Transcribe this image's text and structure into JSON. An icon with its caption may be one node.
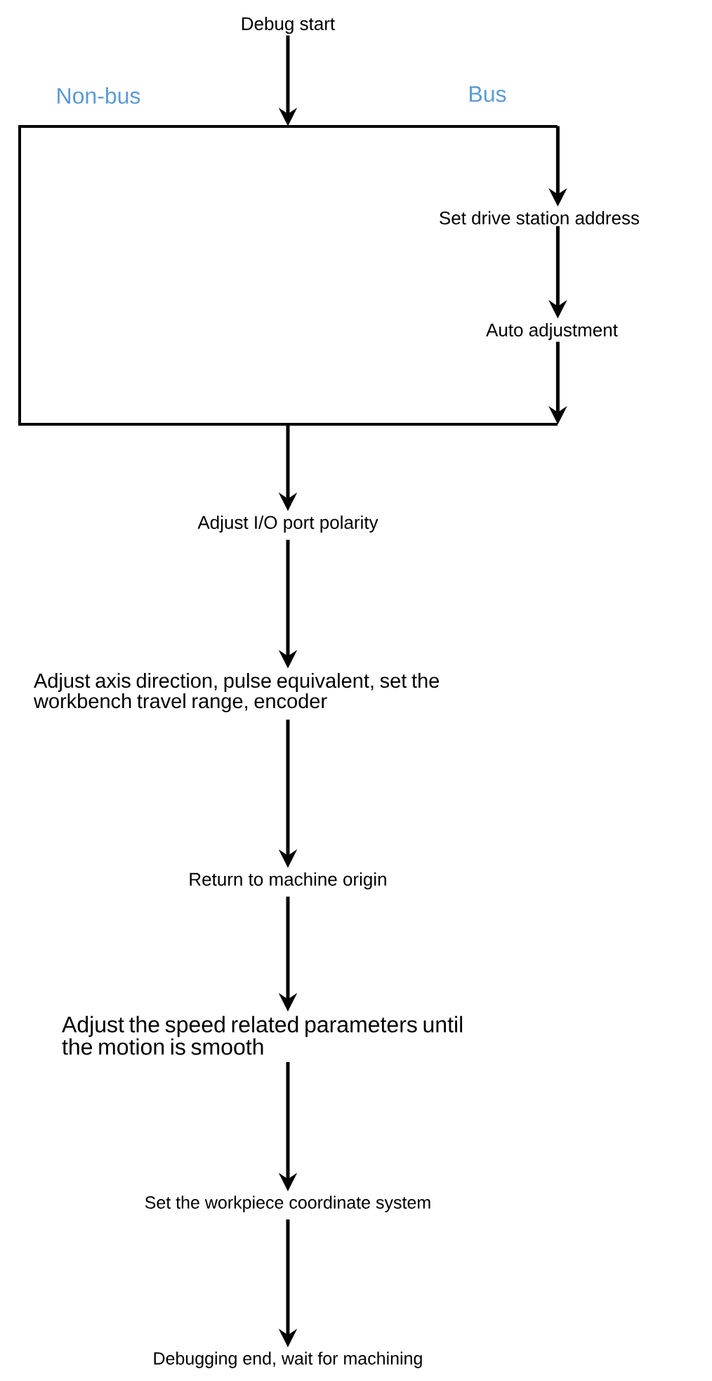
{
  "diagram": {
    "nodes": [
      {
        "text": [
          "Debug start"
        ]
      },
      {
        "text": [],
        "shape": "box"
      },
      {
        "text": [
          "Set drive station address"
        ]
      },
      {
        "text": [
          "Auto adjustment"
        ]
      },
      {
        "text": [
          "Adjust I/O port polarity"
        ]
      },
      {
        "text": [
          "Adjust axis direction, pulse equivalent, set the workbench travel range, encoder"
        ]
      },
      {
        "text": [
          "Return to machine origin"
        ]
      },
      {
        "text": [
          "Adjust the speed related parameters until the motion is smooth"
        ]
      },
      {
        "text": [
          "Set the workpiece coordinate system"
        ]
      },
      {
        "text": [
          "Debugging end, wait for machining"
        ]
      }
    ],
    "edges": [
      {
        "from": 0,
        "to": 1,
        "arrow": "to"
      },
      {
        "from": 1,
        "to": 2,
        "arrow": "to"
      },
      {
        "from": 2,
        "to": 3,
        "arrow": "to"
      },
      {
        "from": 3,
        "to": 1,
        "arrow": "to"
      },
      {
        "from": 1,
        "to": 4,
        "arrow": "to"
      },
      {
        "from": 4,
        "to": 5,
        "arrow": "to"
      },
      {
        "from": 5,
        "to": 6,
        "arrow": "to"
      },
      {
        "from": 6,
        "to": 7,
        "arrow": "to"
      },
      {
        "from": 7,
        "to": 8,
        "arrow": "to"
      },
      {
        "from": 8,
        "to": 9,
        "arrow": "to"
      }
    ],
    "labels": [
      "Non-bus",
      "Bus"
    ]
  }
}
